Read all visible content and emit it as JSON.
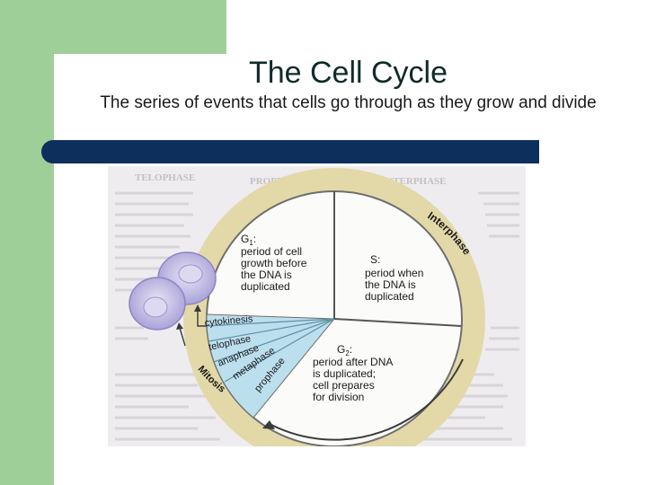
{
  "slide": {
    "title": "The Cell Cycle",
    "subtitle": "The series of events that cells go through as they grow and divide"
  },
  "diagram": {
    "g1": {
      "symbol": "G",
      "subscript": "1",
      "colon": ":",
      "lines": [
        "period of cell",
        "growth before",
        "the DNA is",
        "duplicated"
      ]
    },
    "s": {
      "label": "S:",
      "lines": [
        "period when",
        "the DNA is",
        "duplicated"
      ]
    },
    "g2": {
      "symbol": "G",
      "subscript": "2",
      "colon": ":",
      "lines": [
        "period after DNA",
        "is duplicated;",
        "cell prepares",
        "for division"
      ]
    },
    "interphase_label": "Interphase",
    "mitosis_label": "Mitosis",
    "mitosis_phases": [
      "prophase",
      "metaphase",
      "anaphase",
      "telophase"
    ],
    "cytokinesis_label": "cytokinesis",
    "background_fragments": [
      "INTERPHASE",
      "PROPHASE",
      "TELOPHASE"
    ],
    "colors": {
      "outer_ring": "#e3d9a8",
      "circle_fill": "#fbfbf9",
      "mitosis_sector": "#bcdfee",
      "arrow": "#3a3a3a",
      "cell_fill": "#b9b3de"
    }
  }
}
